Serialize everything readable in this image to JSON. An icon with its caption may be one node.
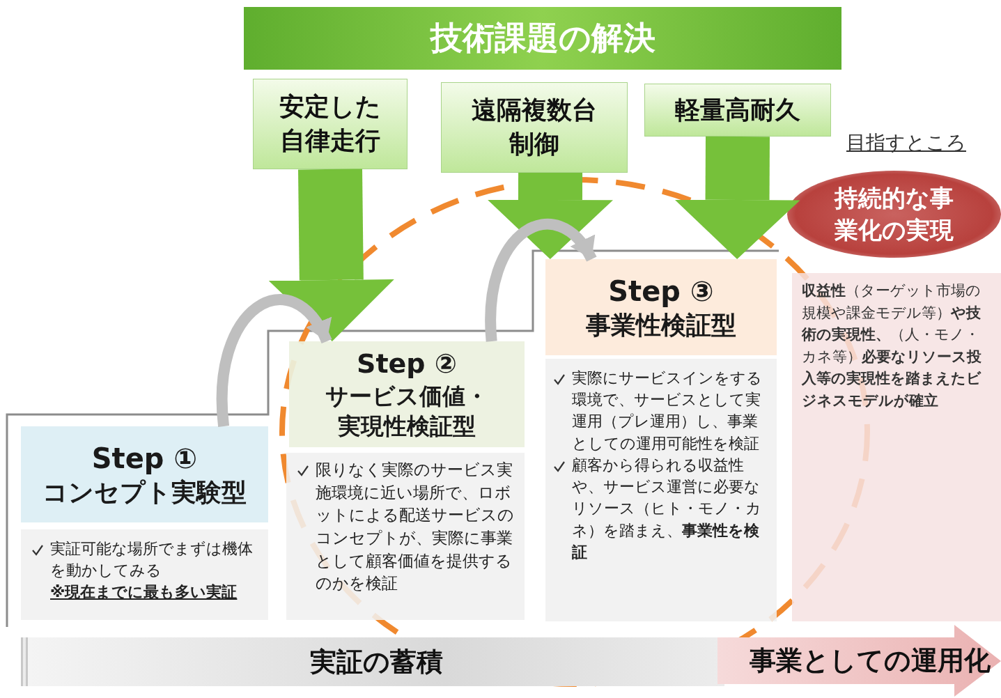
{
  "diagram": {
    "nodes": [
      {
        "text": [
          "技術課題の解決"
        ]
      },
      {
        "text": [
          "安定した自律走行"
        ]
      },
      {
        "text": [
          "遠隔複数台制御"
        ]
      },
      {
        "text": [
          "軽量高耐久"
        ]
      },
      {
        "text": [
          "Step ①",
          "コンセプト実験型"
        ]
      },
      {
        "text": [
          "実証可能な場所でまずは機体を動かしてみる",
          "※現在までに最も多い実証"
        ]
      },
      {
        "text": [
          "Step ②",
          "サービス価値・実現性検証型"
        ]
      },
      {
        "text": [
          "限りなく実際のサービス実施環境に近い場所で、ロボットによる配送サービスのコンセプトが、実際に事業として顧客価値を提供するのかを検証"
        ]
      },
      {
        "text": [
          "Step ③",
          "事業性検証型"
        ]
      },
      {
        "text": [
          "実際にサービスインをする環境で、サービスとして実運用（プレ運用）し、事業としての運用可能性を検証",
          "顧客から得られる収益性や、サービス運営に必要なリソース（ヒト・モノ・カネ）を踏まえ、**事業性を検証**"
        ]
      },
      {
        "text": [
          "持続的な事業化の実現"
        ],
        "beside": [
          "目指すところ"
        ]
      },
      {
        "text": [
          "**収益性**（ターゲット市場の規模や課金モデル等）**や技術の実現性、**（人・モノ・カネ等）**必要なリソース投入等の実現性を踏まえたビジネスモデルが確立**"
        ]
      },
      {
        "text": [
          "実証の蓄積"
        ]
      },
      {
        "text": [
          "事業としての運用化"
        ]
      }
    ],
    "edges": [
      {
        "from": 1,
        "to": 6,
        "arrow": "to"
      },
      {
        "from": 2,
        "to": 8,
        "arrow": "to"
      },
      {
        "from": 3,
        "to": 8,
        "arrow": "to"
      },
      {
        "from": 4,
        "to": 6,
        "arrow": "to",
        "color": "#bfbfbf"
      },
      {
        "from": 6,
        "to": 8,
        "arrow": "to",
        "color": "#bfbfbf"
      }
    ]
  }
}
